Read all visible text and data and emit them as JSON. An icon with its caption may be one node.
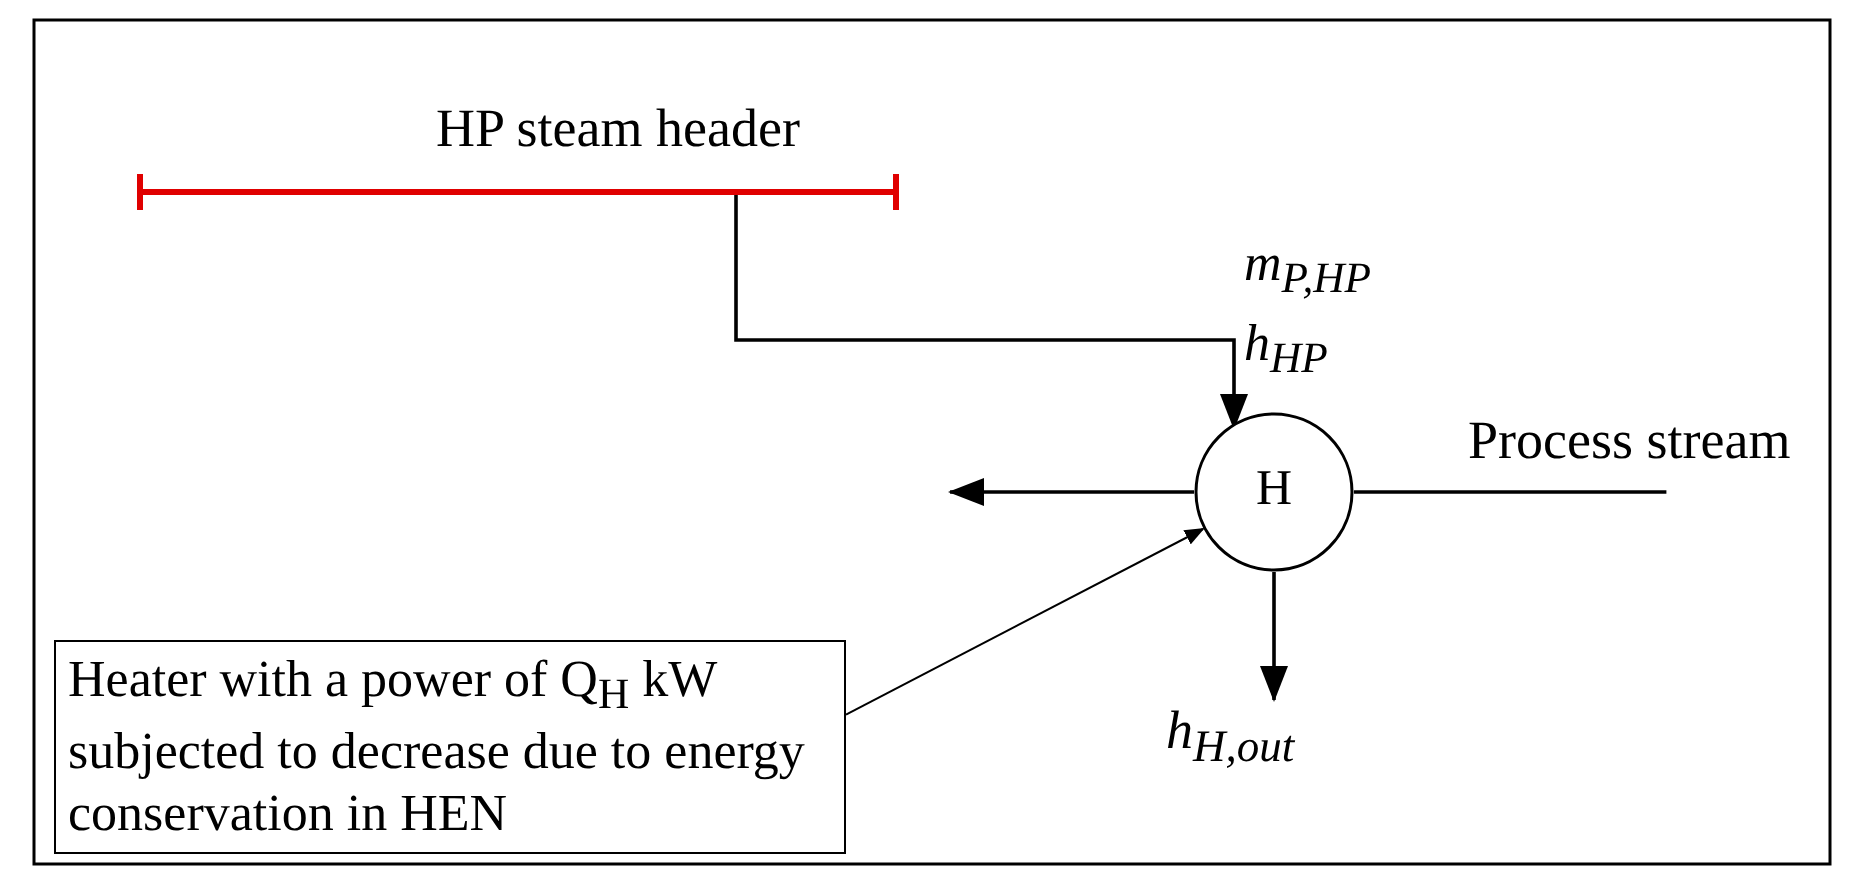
{
  "diagram": {
    "nodes": [
      {
        "text": [
          "HP steam header"
        ]
      },
      {
        "text": [
          "H"
        ]
      },
      {
        "text": [
          "Process stream"
        ]
      },
      {
        "text": [
          "h$_{H,out}$"
        ]
      },
      {
        "text": [
          "Heater with a power of Q$_{H}$ kW subjected to decrease due to energy conservation in HEN"
        ]
      }
    ],
    "edges": [
      {
        "from": 0,
        "to": 1,
        "arrow": "to",
        "label": "m$_{P,HP}$ h$_{HP}$"
      },
      {
        "from": 2,
        "to": 1,
        "arrow": "none"
      },
      {
        "from": 1,
        "to": null,
        "arrow": "to"
      },
      {
        "from": 1,
        "to": 3,
        "arrow": "to"
      },
      {
        "from": 4,
        "to": 1,
        "arrow": "to"
      }
    ]
  }
}
